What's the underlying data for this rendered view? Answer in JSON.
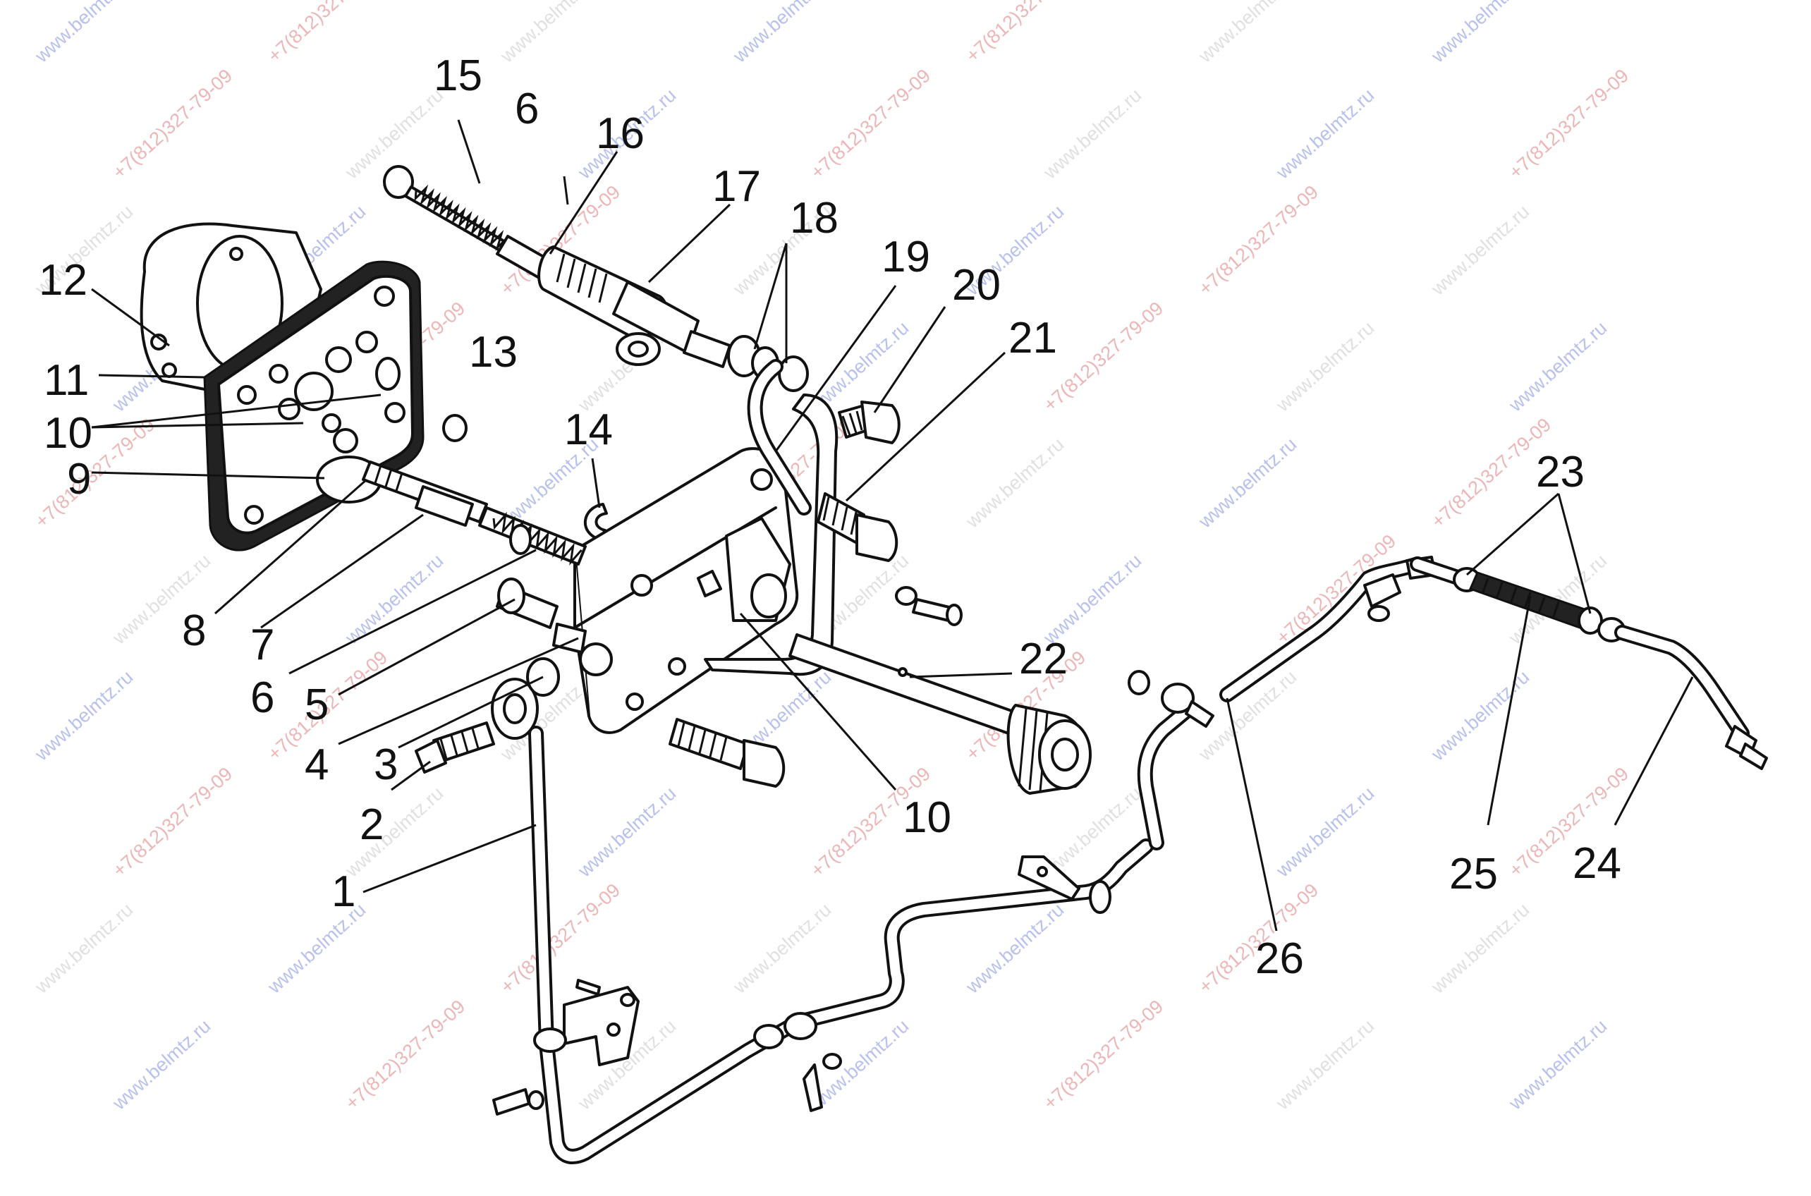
{
  "diagram": {
    "callouts": [
      "1",
      "2",
      "3",
      "4",
      "5",
      "6",
      "7",
      "8",
      "9",
      "10",
      "11",
      "12",
      "13",
      "14",
      "15",
      "16",
      "17",
      "18",
      "19",
      "20",
      "21",
      "22",
      "23",
      "24",
      "25",
      "26"
    ],
    "duplicate_callouts": {
      "six_upper": "6",
      "ten_lower": "10"
    }
  },
  "watermarks": {
    "site": "www.belmtz.ru",
    "phone": "+7(812)327-79-09",
    "faint": "www.belmtz.ru"
  },
  "colors": {
    "line": "#111111",
    "watermark_blue": "#7f8fe0",
    "watermark_red": "#e07a7a"
  }
}
